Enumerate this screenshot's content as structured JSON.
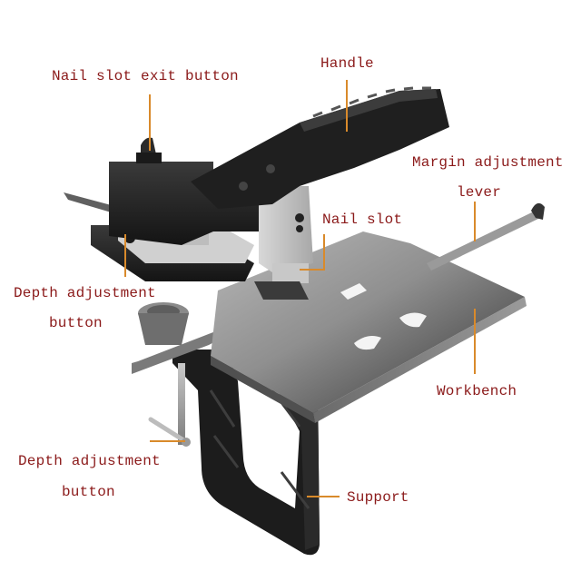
{
  "diagram": {
    "subject": "Heavy-duty saddle stapler",
    "label_color": "#8b1a1a",
    "leader_color": "#d98a2b",
    "labels": {
      "nail_slot_exit_button": "Nail slot exit button",
      "handle": "Handle",
      "margin_adjustment_line1": "Margin adjustment",
      "margin_adjustment_line2": "lever",
      "nail_slot": "Nail slot",
      "depth_adjustment_top_line1": "Depth adjustment",
      "depth_adjustment_top_line2": "button",
      "workbench": "Workbench",
      "depth_adjustment_bottom_line1": "Depth adjustment",
      "depth_adjustment_bottom_line2": "button",
      "support": "Support"
    }
  }
}
